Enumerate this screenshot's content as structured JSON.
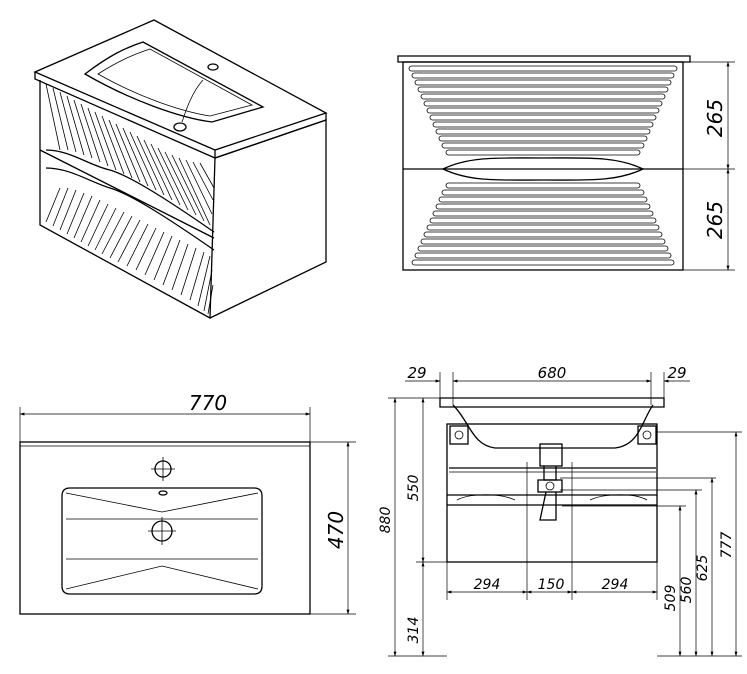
{
  "dimensions": {
    "side_upper_height": "265",
    "side_lower_height": "265",
    "top_width": "770",
    "top_depth": "470",
    "front_left_edge": "29",
    "front_inner_width": "680",
    "front_right_edge": "29",
    "total_height": "880",
    "body_height": "550",
    "leg_height": "314",
    "bottom_left": "294",
    "bottom_center": "150",
    "bottom_right": "294",
    "h_509": "509",
    "h_560": "560",
    "h_625": "625",
    "h_777": "777"
  },
  "colors": {
    "line": "#000000",
    "background": "#ffffff"
  }
}
